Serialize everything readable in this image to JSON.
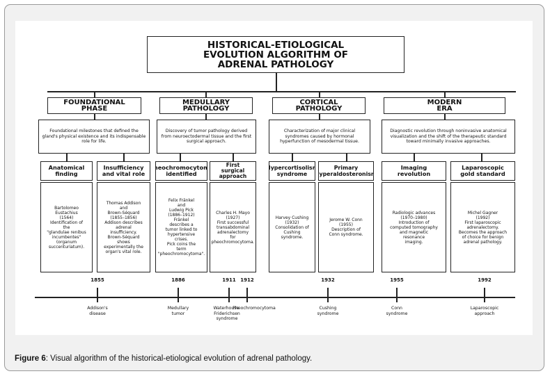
{
  "title": [
    "HISTORICAL-ETIOLOGICAL",
    "EVOLUTION ALGORITHM OF",
    "ADRENAL PATHOLOGY"
  ],
  "phases": [
    {
      "label": [
        "FOUNDATIONAL",
        "PHASE"
      ],
      "desc": "Foundational milestones that defined the gland's physical existence and its indispensable role for life."
    },
    {
      "label": [
        "MEDULLARY",
        "PATHOLOGY"
      ],
      "desc": "Discovery of tumor pathology derived from neuroectodermal tissue and the first surgical approach."
    },
    {
      "label": [
        "CORTICAL",
        "PATHOLOGY"
      ],
      "desc": "Characterization of major clinical syndromes caused by hormonal hyperfunction of mesodermal tissue."
    },
    {
      "label": [
        "MODERN",
        "ERA"
      ],
      "desc": "Diagnostic revolution through noninvasive anatomical visualization and the shift of the therapeutic standard toward minimally invasive approaches."
    }
  ],
  "subs": [
    {
      "label": [
        "Anatomical",
        "finding"
      ],
      "detail": [
        "Bartolomeo",
        "Eustachius",
        "(1564)",
        "Identification of",
        "the",
        "\"glandulae renibus",
        "incumbentes\"",
        "(organum",
        "succenturiatum)."
      ]
    },
    {
      "label": [
        "Insufficiency",
        "and vital role"
      ],
      "detail": [
        "Thomas Addison",
        "and",
        "Brown-Séquard",
        "(1855–1856)",
        "Addison describes",
        "adrenal",
        "insufficiency.",
        "Brown-Séquard",
        "shows",
        "experimentally the",
        "organ's vital role."
      ]
    },
    {
      "label": [
        "Pheochromocytoma",
        "identified"
      ],
      "detail": [
        "Felix Fränkel",
        "and",
        "Ludwig Pick",
        "(1886–1912)",
        "Fränkel",
        "describes a",
        "tumor linked to",
        "hypertensive",
        "crises.",
        "Pick coins the",
        "term",
        "\"pheochromocytoma\"."
      ]
    },
    {
      "label": [
        "First",
        "surgical",
        "approach"
      ],
      "detail": [
        "Charles H. Mayo",
        "(1927)",
        "First successful",
        "transabdominal",
        "adrenalectomy",
        "for",
        "pheochromocytoma."
      ]
    },
    {
      "label": [
        "Hypercortisolism",
        "syndrome"
      ],
      "detail": [
        "Harvey Cushing",
        "(1932)",
        "Consolidation of",
        "Cushing",
        "syndrome."
      ]
    },
    {
      "label": [
        "Primary",
        "hyperaldosteronism"
      ],
      "detail": [
        "Jerome W. Conn",
        "(1955)",
        "Description of",
        "Conn syndrome."
      ]
    },
    {
      "label": [
        "Imaging",
        "revolution"
      ],
      "detail": [
        "Radiologic advances",
        "(1970–1980)",
        "Introduction of",
        "computed tomography",
        "and magnetic",
        "resonance",
        "imaging."
      ]
    },
    {
      "label": [
        "Laparoscopic",
        "gold standard"
      ],
      "detail": [
        "Michel Gagner",
        "(1992)",
        "First laparoscopic",
        "adrenalectomy.",
        "Becomes the approach",
        "of choice for benign",
        "adrenal pathology."
      ]
    }
  ],
  "timeline": {
    "years": [
      "1855",
      "1886",
      "1911",
      "1912",
      "1932",
      "1955",
      "1992"
    ],
    "labels": [
      {
        "text": [
          "Addison's",
          "disease"
        ]
      },
      {
        "text": [
          "Medullary",
          "tumor"
        ]
      },
      {
        "text": [
          "Waterhouse-",
          "Friderichsen",
          "syndrome"
        ]
      },
      {
        "text": [
          "Pheochromocytoma"
        ]
      },
      {
        "text": [
          "Cushing",
          "syndrome"
        ]
      },
      {
        "text": [
          "Conn",
          "syndrome"
        ]
      },
      {
        "text": [
          "Laparoscopic",
          "approach"
        ]
      }
    ]
  },
  "caption": {
    "label": "Figure 6",
    "text": ": Visual algorithm of the historical-etiological evolution of adrenal pathology."
  }
}
